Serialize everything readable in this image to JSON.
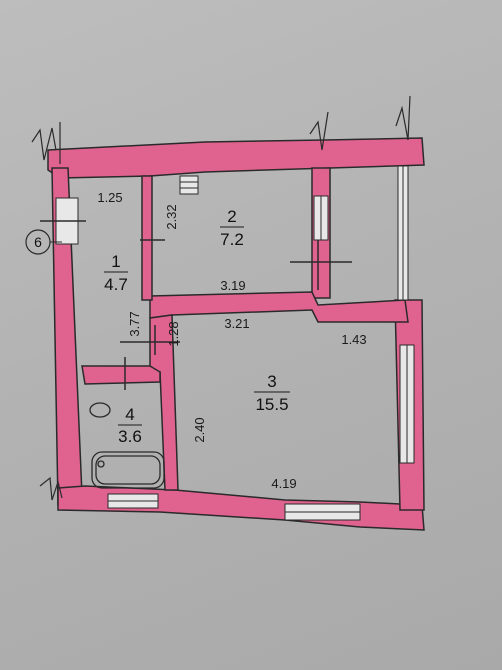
{
  "axis": {
    "label": "6"
  },
  "rooms": [
    {
      "number": "1",
      "area": "4.7"
    },
    {
      "number": "2",
      "area": "7.2"
    },
    {
      "number": "3",
      "area": "15.5"
    },
    {
      "number": "4",
      "area": "3.6"
    }
  ],
  "dimensions": {
    "hall_width": "1.25",
    "room2_height": "2.32",
    "room2_width": "3.19",
    "hall_length": "3.77",
    "room3_top": "3.21",
    "corridor": "1.28",
    "balcony_depth": "1.43",
    "room3_height": "2.40",
    "room3_width": "4.19"
  },
  "colors": {
    "wall": "#e0628f",
    "line": "#2a2a2a",
    "background": "#b5b5b5"
  }
}
